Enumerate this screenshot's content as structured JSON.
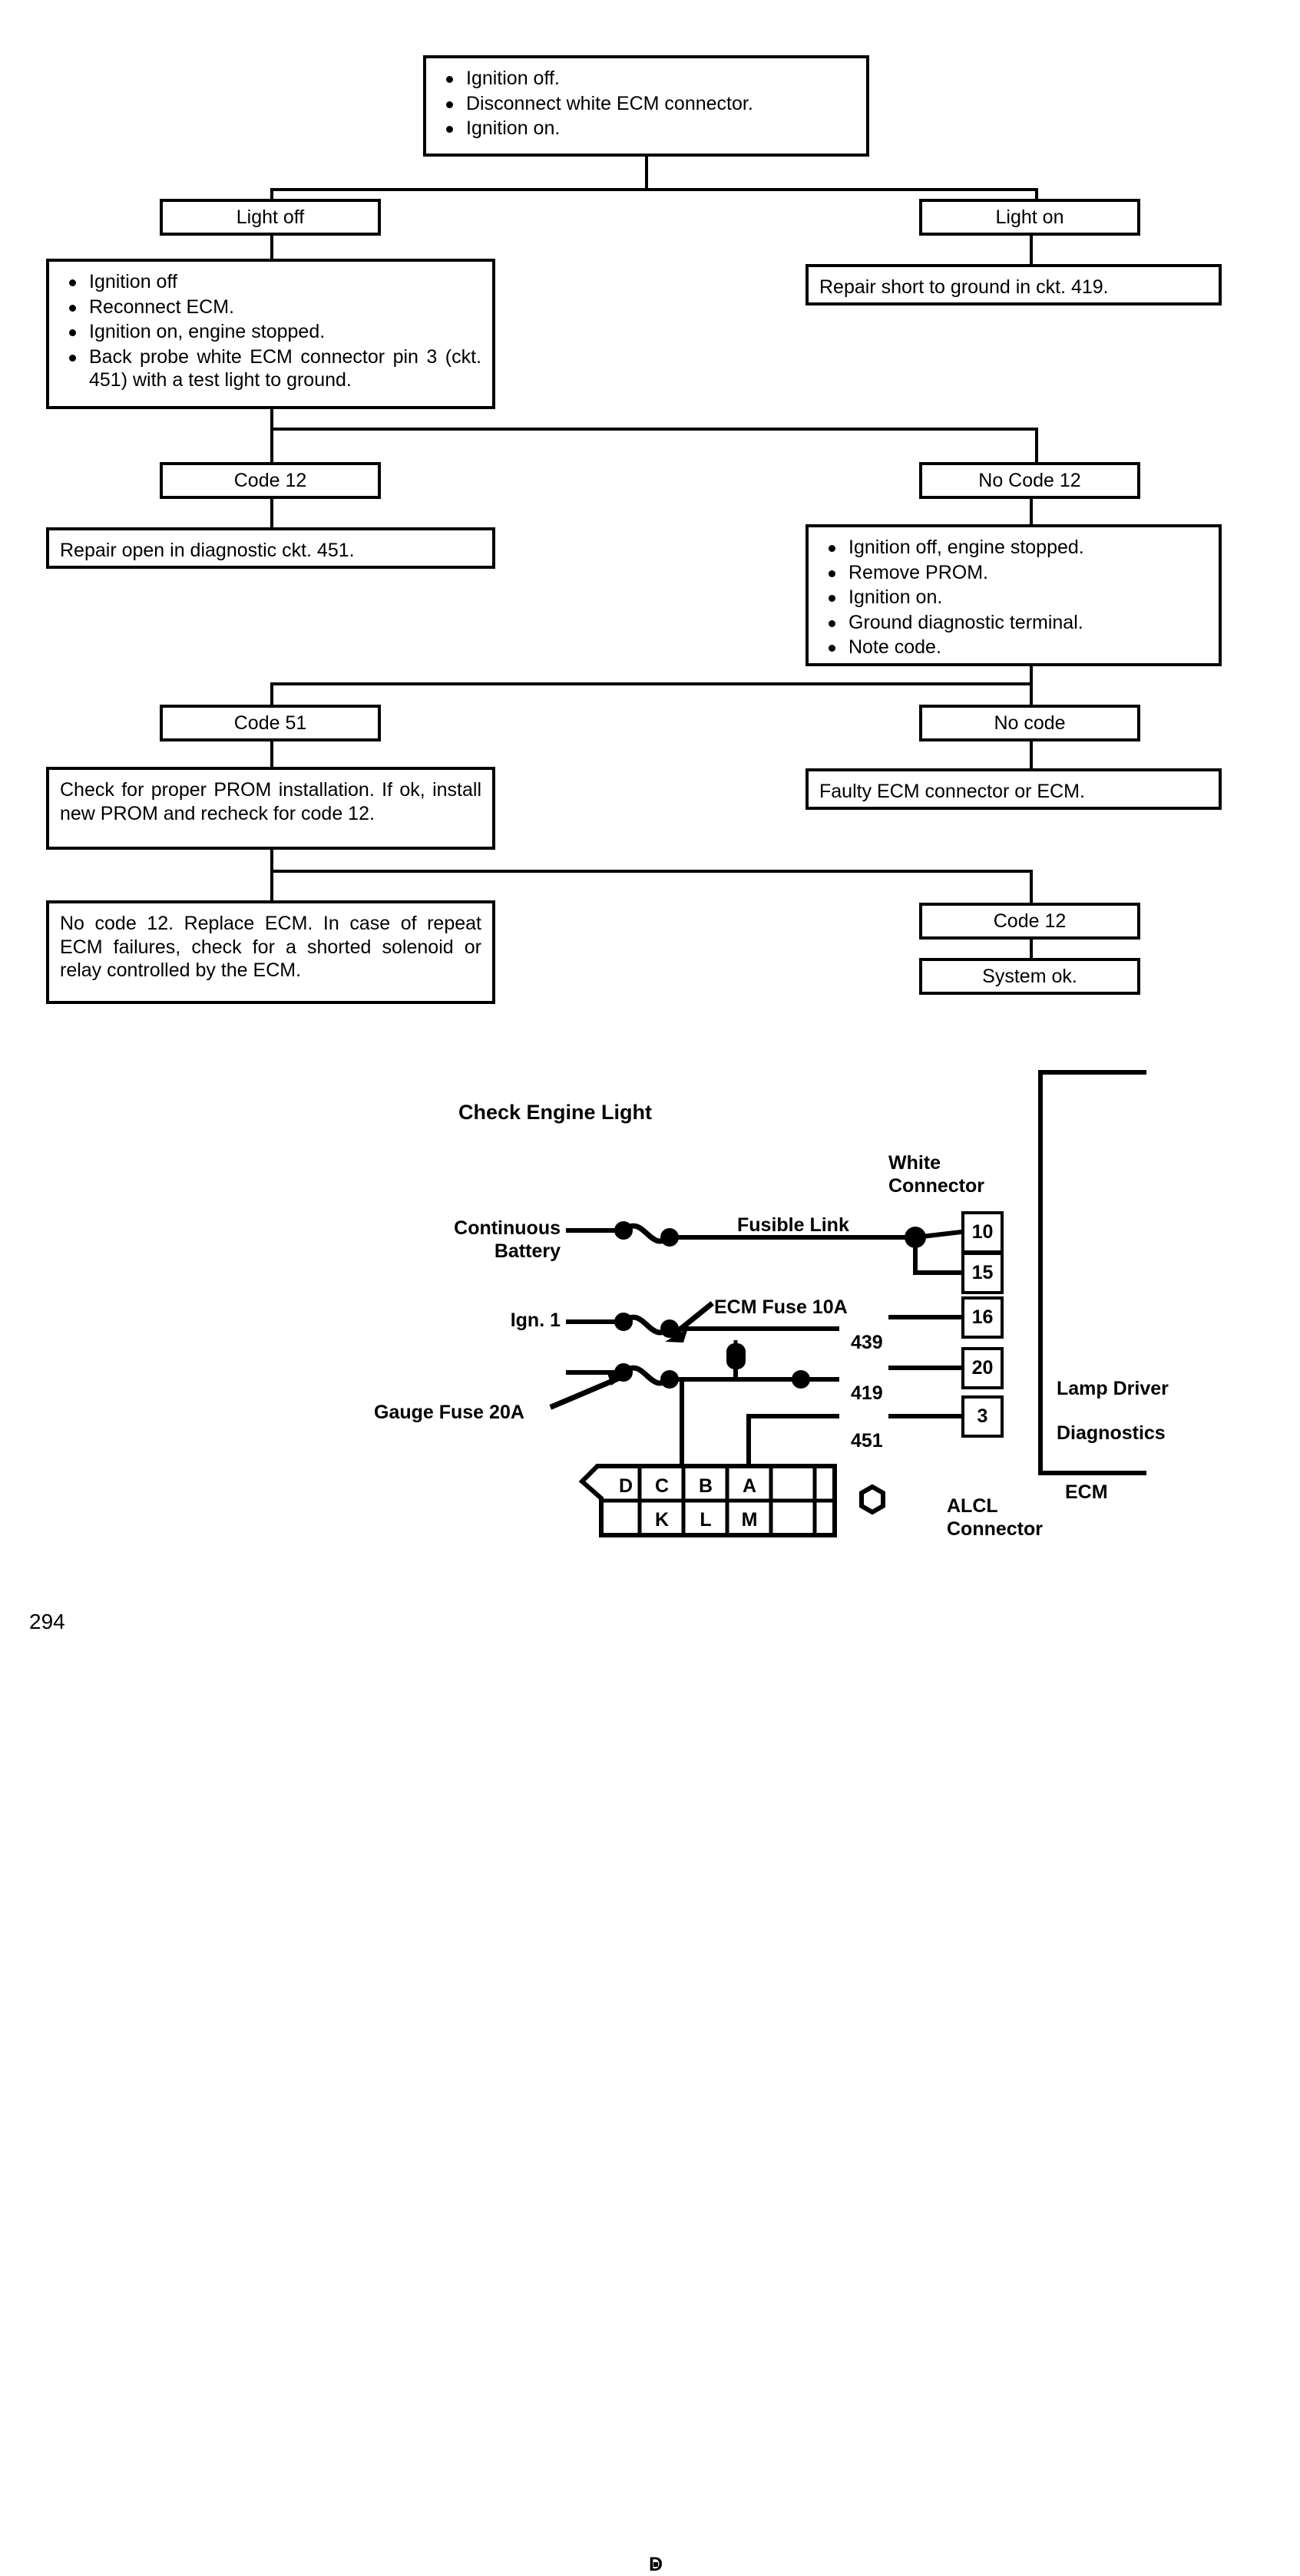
{
  "page": {
    "number": "294",
    "kind": "automotive-diagnostic-flowchart"
  },
  "flowchart": {
    "nodes": {
      "start": {
        "id": "start-step",
        "type": "bullets",
        "items": [
          "Ignition off.",
          "Disconnect white ECM connector.",
          "Ignition on."
        ]
      },
      "light_off": {
        "id": "light-off",
        "type": "label",
        "text": "Light off"
      },
      "light_on": {
        "id": "light-on",
        "type": "label",
        "text": "Light on"
      },
      "repair_short": {
        "id": "repair-short-419",
        "type": "text",
        "text": "Repair short to ground in ckt. 419."
      },
      "probe_step": {
        "id": "probe-step",
        "type": "bullets",
        "items": [
          "Ignition off",
          "Reconnect ECM.",
          "Ignition on, engine stopped.",
          "Back probe white ECM connector pin 3 (ckt. 451) with a test light to ground."
        ]
      },
      "code_12": {
        "id": "code-12",
        "type": "label",
        "text": "Code 12"
      },
      "no_code_12": {
        "id": "no-code-12",
        "type": "label",
        "text": "No Code 12"
      },
      "repair_open": {
        "id": "repair-open-451",
        "type": "text",
        "text": "Repair open in diagnostic ckt. 451."
      },
      "prom_step": {
        "id": "prom-step",
        "type": "bullets",
        "items": [
          "Ignition off, engine stopped.",
          "Remove PROM.",
          "Ignition on.",
          "Ground diagnostic terminal.",
          "Note code."
        ]
      },
      "code_51": {
        "id": "code-51",
        "type": "label",
        "text": "Code 51"
      },
      "no_code": {
        "id": "no-code",
        "type": "label",
        "text": "No code"
      },
      "check_prom": {
        "id": "check-prom",
        "type": "text",
        "text": "Check for proper PROM installation. If ok, install new PROM and recheck for code 12."
      },
      "faulty_ecm": {
        "id": "faulty-ecm",
        "type": "text",
        "text": "Faulty ECM connector or ECM."
      },
      "replace_ecm": {
        "id": "replace-ecm",
        "type": "text",
        "text": "No code 12. Replace ECM. In case of repeat ECM failures, check for a shorted solenoid or relay controlled by the ECM."
      },
      "code_12_b": {
        "id": "code-12-lower",
        "type": "label",
        "text": "Code 12"
      },
      "system_ok": {
        "id": "system-ok",
        "type": "label",
        "text": "System ok."
      }
    }
  },
  "wiring": {
    "title": "Check Engine Light",
    "labels": {
      "continuous_battery": "Continuous\nBattery",
      "fusible_link": "Fusible Link",
      "ecm_fuse": "ECM Fuse 10A",
      "gauge_fuse": "Gauge Fuse 20A",
      "ign_1": "Ign. 1",
      "white_connector": "White\nConnector",
      "lamp_driver": "Lamp Driver",
      "diagnostics": "Diagnostics",
      "ecm": "ECM",
      "alcl_connector": "ALCL\nConnector"
    },
    "circuits": {
      "c439": "439",
      "c419": "419",
      "c451": "451"
    },
    "white_connector_pins": [
      "10",
      "15",
      "16",
      "20",
      "3"
    ],
    "alcl_pins_top": [
      "D",
      "C",
      "B",
      "A"
    ],
    "alcl_pins_bottom": [
      "K",
      "L",
      "M"
    ]
  },
  "colors": {
    "ink": "#000000",
    "paper": "#ffffff"
  }
}
